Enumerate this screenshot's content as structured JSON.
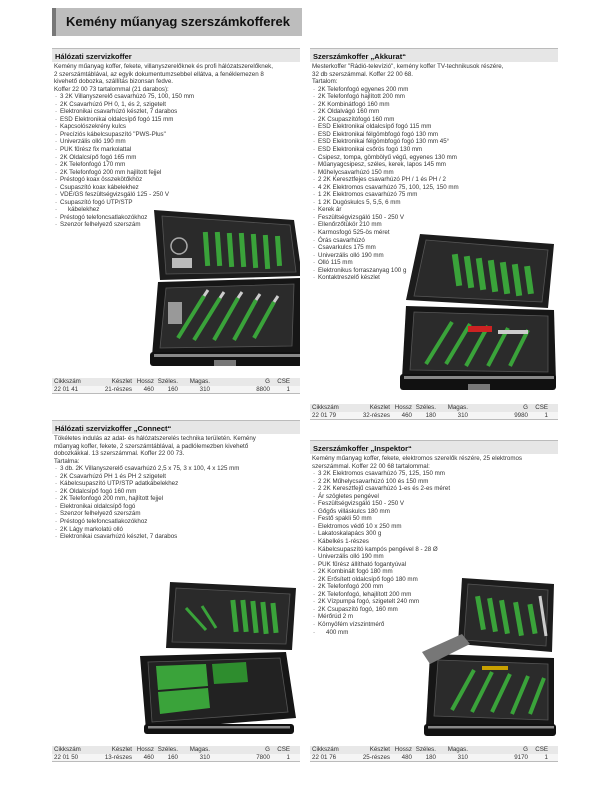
{
  "page": {
    "header_title": "Kemény műanyag szerszámkofferek"
  },
  "colors": {
    "header_bg": "#bdbdbd",
    "panel_title_bg": "#e6e6e6",
    "case_dark": "#1c1c1c",
    "tool_green": "#3aa33a"
  },
  "spec_labels": {
    "cikkszam": "Cikkszám",
    "keszlet": "Készlet",
    "hossz": "Hossz",
    "szeles": "Széles.",
    "magas": "Magas.",
    "g": "G",
    "cse": "CSE"
  },
  "products": [
    {
      "title": "Hálózati szervizkoffer",
      "intro": [
        "Kemény műanyag koffer, fekete, villanyszerelőknek és profi hálózatszerelőknek,",
        "2 szerszámtáblával, az egyik dokumentumzsebbel ellátva, a fenéklemezen 8",
        "kivehető dobozka, szállítás bizonsan fedve.",
        "Koffer 22 00 73 tartalommal (21 darabos):"
      ],
      "items": [
        "3 2K Villanyszerelő csavarhúzó 75, 100, 150 mm",
        "2K Csavarhúzó PH 0, 1, és 2, szigetelt",
        "Elektronikai csavarhúzó készlet, 7 darabos",
        "ESD Elektronikai oldalcsípő fogó 115 mm",
        "Kapcsolószekrény kulcs",
        "Precíziós kábelcsupaszító \"PWS-Plus\"",
        "Univerzális olló 190 mm",
        "PUK fűrész fix markolattal",
        "2K Oldalcsípő fogó 165 mm",
        "2K Telefonfogó 170 mm",
        "2K Telefonfogó 200 mm hajlított fejjel",
        "Préstogó koax összekötőkhöz",
        "Csupaszító koax kábelekhez",
        "VDE/GS feszültségvizsgáló 125 - 250 V",
        "Csupaszító fogó UTP/STP",
        "kábelekhez",
        "Préstogó telefoncsatlakozókhoz",
        "Szenzor felhelyező szerszám"
      ],
      "spec": {
        "cikkszam": "22 01 41",
        "keszlet": "21-részes",
        "hossz": "460",
        "szeles": "160",
        "magas": "310",
        "g": "8800",
        "cse": "1"
      }
    },
    {
      "title": "Szerszámkoffer „Akkurat“",
      "intro": [
        "Mesterkoffer \"Rádió-televízió\", kemény koffer TV-technikusok részére,",
        "32 db szerszámmal. Koffer 22 00 68.",
        "Tartalom:"
      ],
      "items": [
        "2K Telefonfogó egyenes 200 mm",
        "2K Telefonfogó hajlított 200 mm",
        "2K Kombinátfogó 160 mm",
        "2K Oldalvágó 160 mm",
        "2K Csupaszítófogó 160 mm",
        "ESD Elektronikai oldalcsípő fogó 115 mm",
        "ESD Elektronikai félgömbfogó fogó 130 mm",
        "ESD Elektronikai félgömbfogó fogó 130 mm 45°",
        "ESD Elektronikai csőrös fogó 130 mm",
        "Csipesz, tompa, gömbölyű végű, egyenes 130 mm",
        "Műanyagcsipesz, széles, kerek, lapos 145 mm",
        "Műhelycsavarhúzó 150 mm",
        "2 2K Keresztfejes csavarhúzó PH / 1 és PH / 2",
        "4 2K Elektromos csavarhúzó 75, 100, 125, 150 mm",
        "1 2K Elektromos csavarhúzó 75 mm",
        "1 2K Dugóskulcs 5, 5,5, 6 mm",
        "Kerek ár",
        "Feszültségvizsgáló 150 - 250 V",
        "Ellenőrzőtükör 210 mm",
        "Karmosfogó 525-ös méret",
        "Órás csavarhúzó",
        "Csavarkulcs 175 mm",
        "Univerzális olló 190 mm",
        "Olló 115 mm",
        "Elektronikus forraszanyag 100 g",
        "Kontaktreszelő készlet"
      ],
      "spec": {
        "cikkszam": "22 01 79",
        "keszlet": "32-részes",
        "hossz": "460",
        "szeles": "180",
        "magas": "310",
        "g": "9980",
        "cse": "1"
      }
    },
    {
      "title": "Hálózati szervizkoffer „Connect“",
      "intro": [
        "Tökéletes indulás az adat- és hálózatszerelés technika területén. Kemény",
        "műanyag koffer, fekete, 2 szerszámtáblával, a padlólemezben kivehető",
        "dobozkákkal. 13 szerszámmal. Koffer 22 00 73.",
        "Tartalma:"
      ],
      "items": [
        "3 db. 2K Villanyszerelő csavarhúzó 2,5 x 75, 3 x 100, 4 x 125 mm",
        "2K Csavarhúzó PH 1 és PH 2 szigetelt",
        "Kábelcsupaszító UTP/STP adatkábelekhez",
        "2K Oldalcsípő fogó 160 mm",
        "2K Telefonfogó 200 mm, hajlított fejjel",
        "Elektronikai oldalcsípő fogó",
        "Szenzor felhelyező szerszám",
        "Préstogó telefoncsatlakozókhoz",
        "2K Lágy markolatú olló",
        "Elektronikai csavarhúzó készlet, 7 darabos"
      ],
      "spec": {
        "cikkszam": "22 01 50",
        "keszlet": "13-részes",
        "hossz": "460",
        "szeles": "160",
        "magas": "310",
        "g": "7800",
        "cse": "1"
      }
    },
    {
      "title": "Szerszámkoffer „Inspektor“",
      "intro": [
        "Kemény műanyag koffer, fekete, elektromos szerelők részére, 25 elektromos",
        "szerszámmal. Koffer 22 00 68 tartalommal:"
      ],
      "items": [
        "3 2K Elektromos csavarhúzó 75, 125, 150 mm",
        "2 2K Műhelycsavarhúzó 100 és 150 mm",
        "2 2K Keresztfejű csavarhúzó 1-es és 2-es méret",
        "Ár szögletes pengével",
        "Feszültségvizsgáló 150 - 250 V",
        "Gőgős villáskulcs 180 mm",
        "Festő spakli 50 mm",
        "Elektromos védő 10 x 250 mm",
        "Lakatoskalapács 300 g",
        "Kábelkés 1-részes",
        "Kábelcsupaszító kampós pengével 8 - 28 Ø",
        "Univerzális olló 190 mm",
        "PUK fűrész állítható fogantyúval",
        "2K Kombinált fogó 180 mm",
        "2K Erősített oldalcsípő fogó 180 mm",
        "2K Telefonfogó 200 mm",
        "2K Telefonfogó, lehajlított 200 mm",
        "2K Vízpumpa fogó, szigetelt 240 mm",
        "2K Csupaszító fogó, 160 mm",
        "Mérőrúd 2 m",
        "Környöfém vízszintmérő",
        "400 mm"
      ],
      "spec": {
        "cikkszam": "22 01 76",
        "keszlet": "25-részes",
        "hossz": "480",
        "szeles": "180",
        "magas": "310",
        "g": "9170",
        "cse": "1"
      }
    }
  ]
}
